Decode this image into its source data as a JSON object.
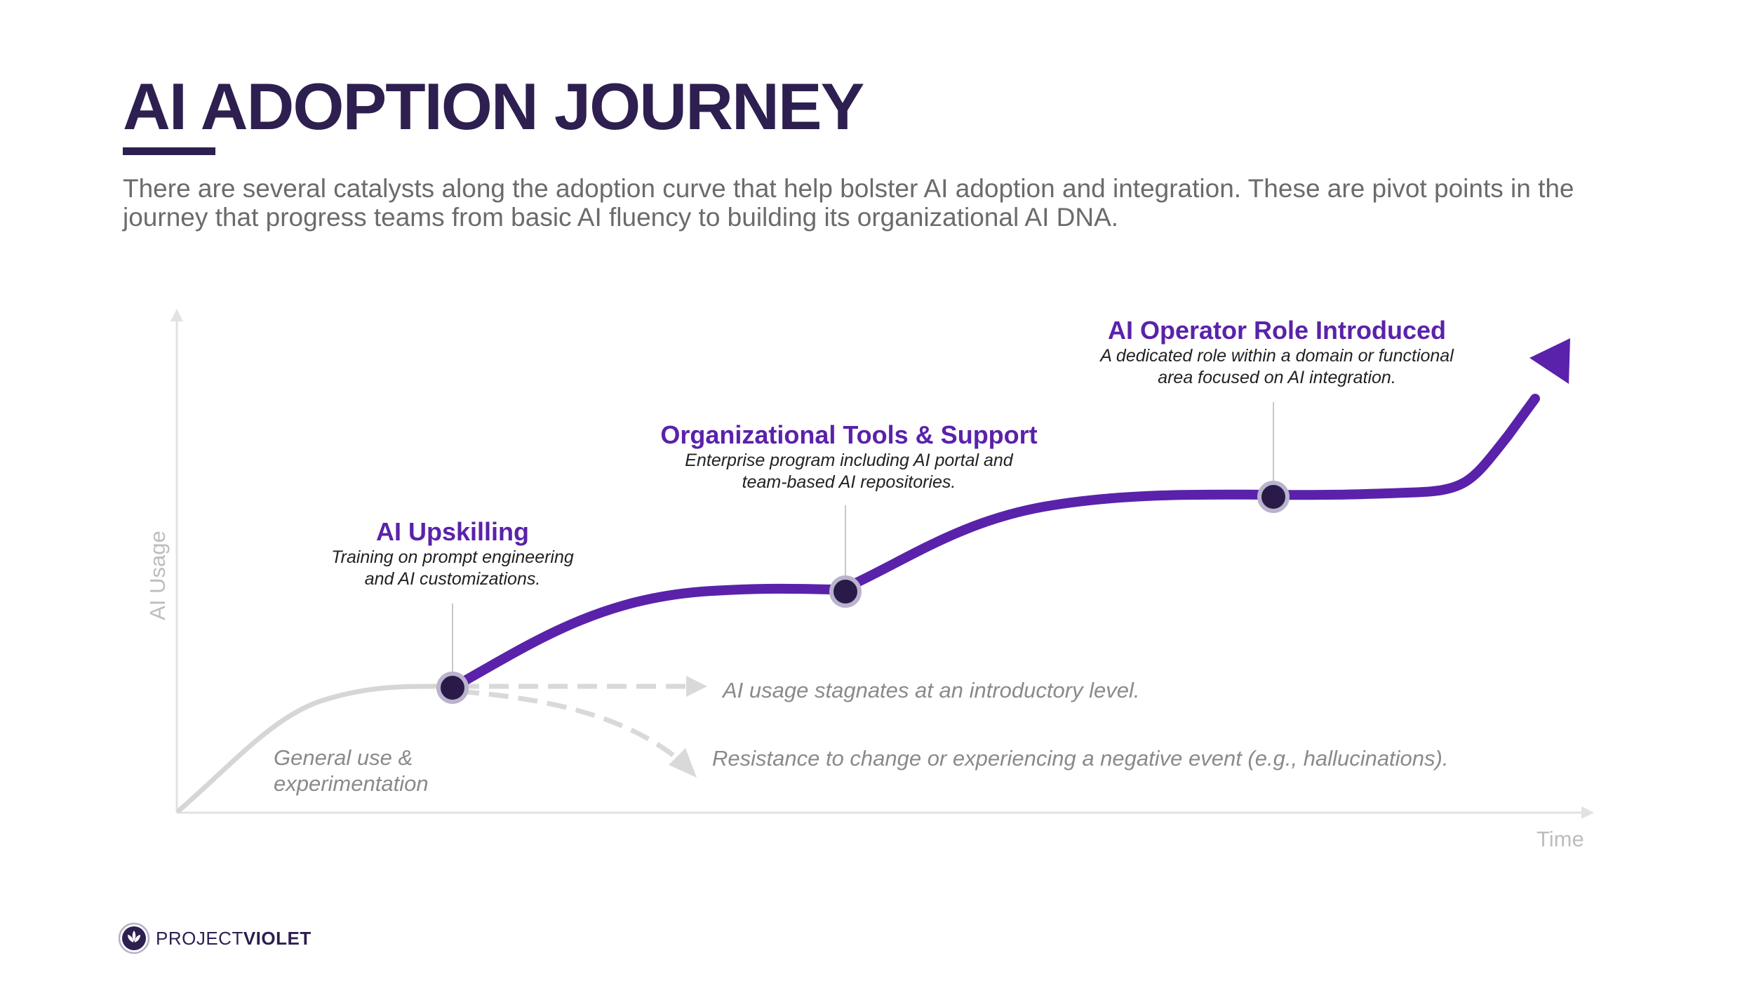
{
  "header": {
    "title": "AI ADOPTION JOURNEY",
    "intro": "There are several catalysts along the adoption curve that help bolster AI adoption and integration. These are pivot points in the journey that progress teams from basic AI fluency to building its organizational AI DNA."
  },
  "axes": {
    "y_label": "AI Usage",
    "x_label": "Time"
  },
  "milestones": [
    {
      "title": "AI Upskilling",
      "description": "Training on prompt engineering and AI customizations."
    },
    {
      "title": "Organizational Tools & Support",
      "description": "Enterprise program including AI portal and team-based AI repositories."
    },
    {
      "title": "AI Operator Role Introduced",
      "description": "A dedicated role within a domain or functional area focused on AI integration."
    }
  ],
  "notes": {
    "baseline": "General use & experimentation",
    "stagnation": "AI usage stagnates at an introductory level.",
    "resistance": "Resistance to change or experiencing a negative event (e.g., hallucinations)."
  },
  "brand": {
    "name_light": "PROJECT",
    "name_bold": "VIOLET"
  },
  "colors": {
    "accent": "#5a22aa",
    "title": "#2d1f4f",
    "curve_gray": "#d6d6d6",
    "node_fill": "#2a1a4a",
    "node_ring": "#b9b3cc"
  }
}
